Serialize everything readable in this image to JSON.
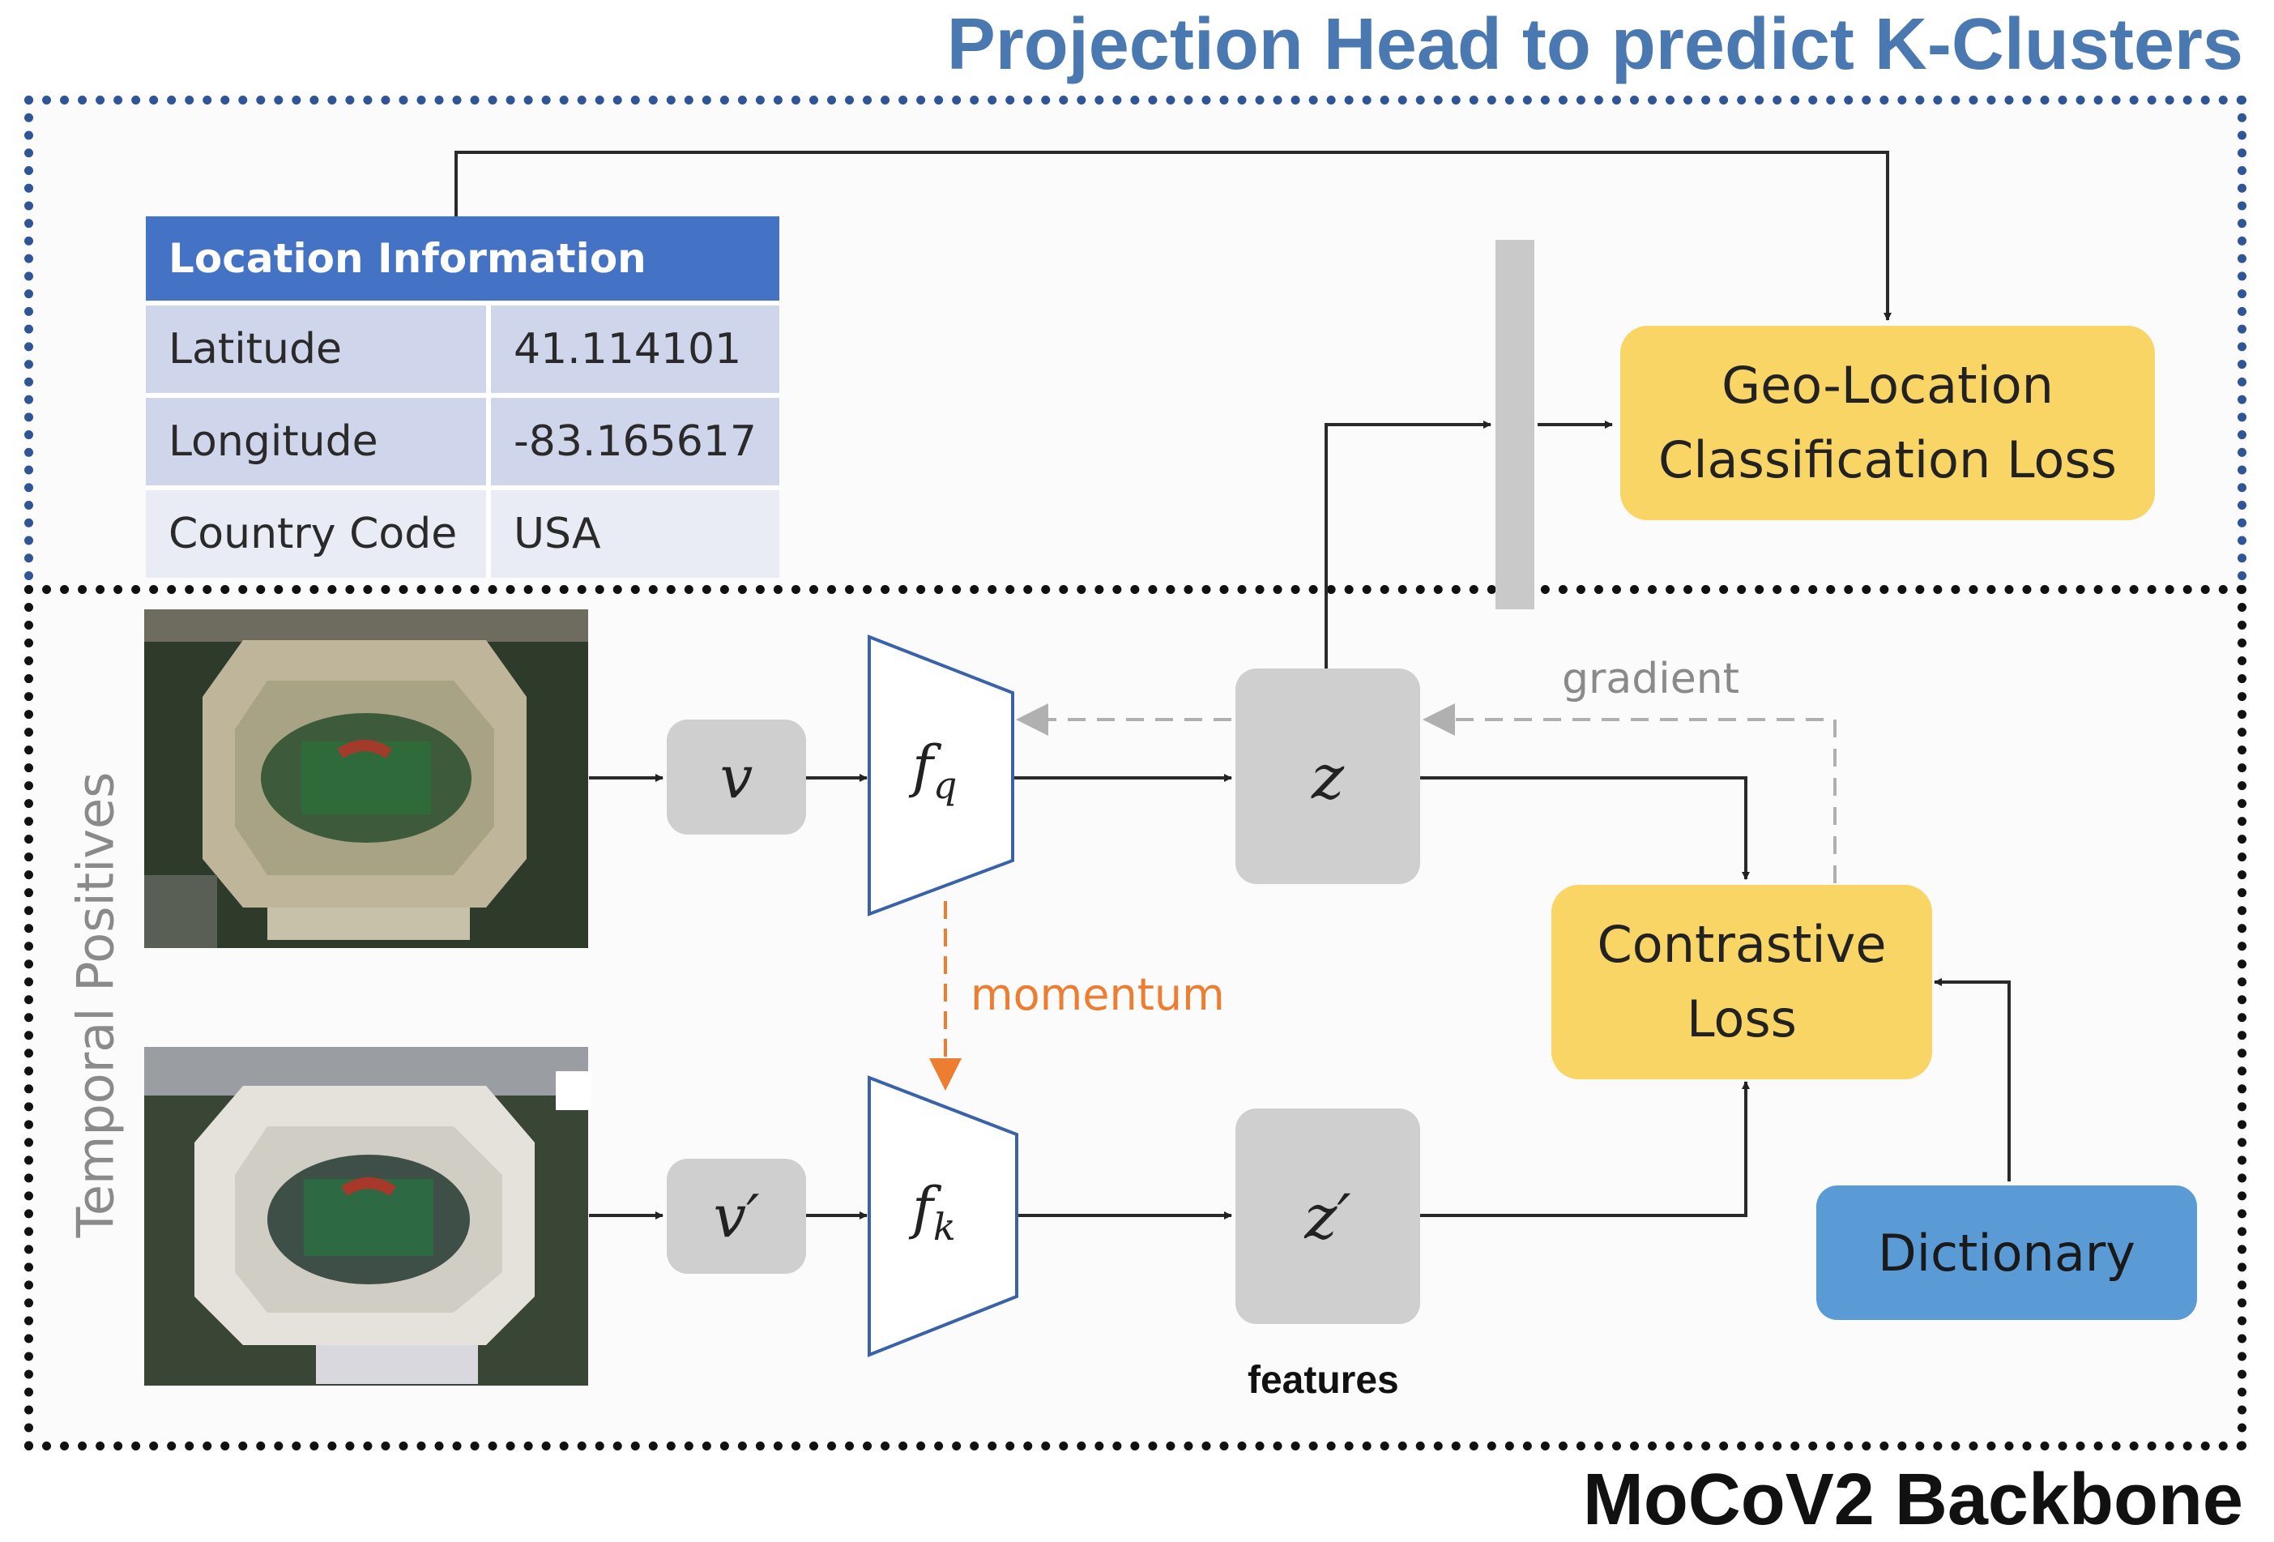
{
  "titles": {
    "top": "Projection Head to predict K-Clusters",
    "bottom": "MoCoV2 Backbone"
  },
  "location_table": {
    "header": "Location Information",
    "rows": [
      {
        "label": "Latitude",
        "value": "41.114101"
      },
      {
        "label": "Longitude",
        "value": "-83.165617"
      },
      {
        "label": "Country Code",
        "value": "USA"
      }
    ]
  },
  "nodes": {
    "v": "v",
    "v_prime": "v′",
    "f_q": {
      "main": "f",
      "sub": "q"
    },
    "f_k": {
      "main": "f",
      "sub": "k"
    },
    "z": "z",
    "z_prime": "z′",
    "geo_loss": "Geo-Location\nClassification Loss",
    "contrastive_loss": "Contrastive\nLoss",
    "dictionary": "Dictionary"
  },
  "labels": {
    "gradient": "gradient",
    "momentum": "momentum",
    "features": "features",
    "temporal_positives": "Temporal Positives"
  },
  "colors": {
    "accent_blue": "#4a78b0",
    "loss_yellow": "#f9d566",
    "dictionary_blue": "#5b9bd5",
    "momentum_orange": "#ed7d31",
    "gradient_gray": "#b0b0b0",
    "encoder_outline": "#3a62a8"
  },
  "icons": {
    "satellite_query": "stadium-satellite-image",
    "satellite_key": "stadium-satellite-image"
  }
}
